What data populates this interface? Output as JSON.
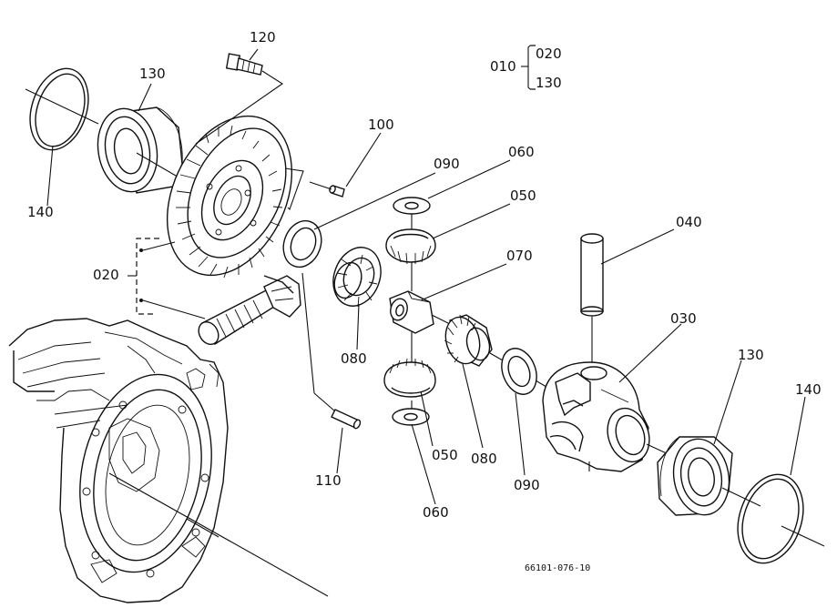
{
  "assembly": {
    "code": "010",
    "includes": [
      "020",
      "130"
    ]
  },
  "labels": {
    "l120": "120",
    "l130a": "130",
    "l140a": "140",
    "l100": "100",
    "l090a": "090",
    "l060a": "060",
    "l050a": "050",
    "l070": "070",
    "l040": "040",
    "l020": "020",
    "l030": "030",
    "l080a": "080",
    "l130b": "130",
    "l140b": "140",
    "l050b": "050",
    "l080b": "080",
    "l090b": "090",
    "l110": "110",
    "l060b": "060"
  },
  "footer": {
    "drawing_code": "66101-076-10"
  }
}
